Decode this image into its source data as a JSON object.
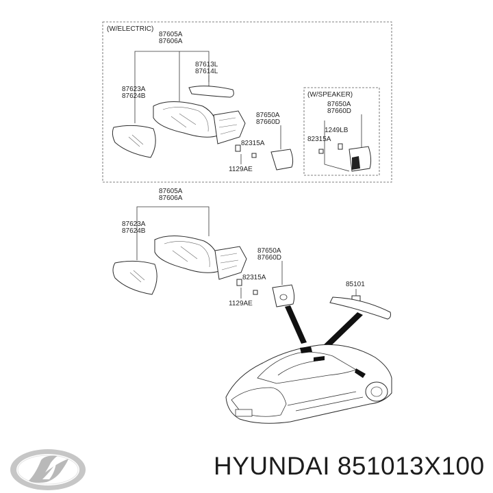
{
  "diagram": {
    "electric_box_title": "(W/ELECTRIC)",
    "speaker_box_title": "(W/SPEAKER)",
    "labels": {
      "e_housing_a": "87605A",
      "e_housing_b": "87606A",
      "e_cover_a": "87613L",
      "e_cover_b": "87614L",
      "e_glass_a": "87623A",
      "e_glass_b": "87624B",
      "e_cap_a": "87650A",
      "e_cap_b": "87660D",
      "e_screw": "82315A",
      "e_bolt": "1129AE",
      "s_cap_a": "87650A",
      "s_cap_b": "87660D",
      "s_speaker": "1249LB",
      "s_screw": "82315A",
      "m_housing_a": "87605A",
      "m_housing_b": "87606A",
      "m_glass_a": "87623A",
      "m_glass_b": "87624B",
      "m_cap_a": "87650A",
      "m_cap_b": "87660D",
      "m_screw": "82315A",
      "m_bolt": "1129AE",
      "inside_mirror": "85101"
    }
  },
  "footer": {
    "logo_icon": "hyundai-logo-icon",
    "part_number": "HYUNDAI 851013X100"
  }
}
